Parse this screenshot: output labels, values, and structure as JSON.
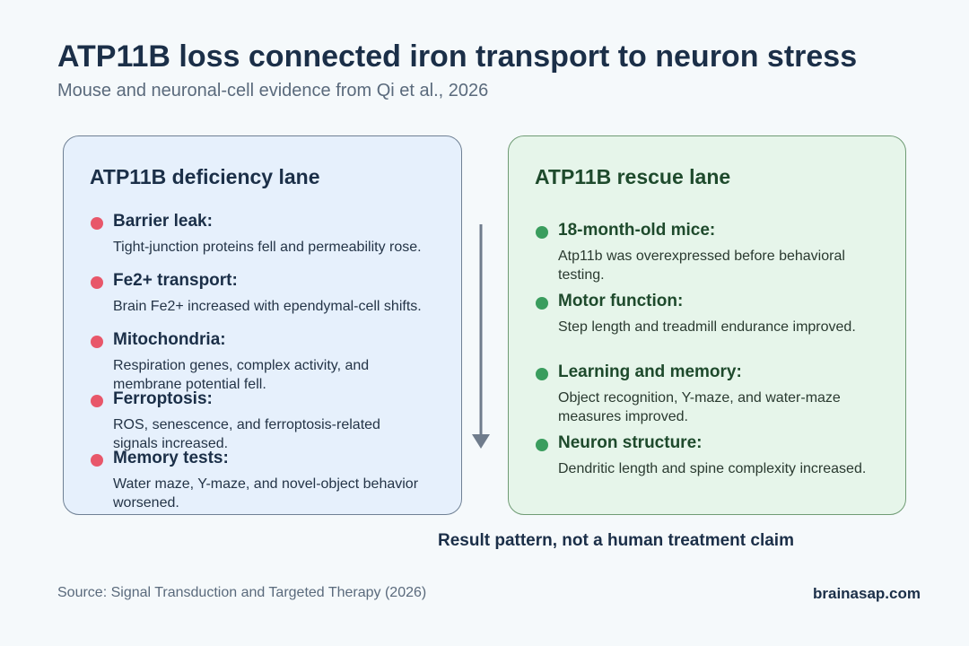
{
  "title": "ATP11B loss connected iron transport to neuron stress",
  "subtitle": "Mouse and neuronal-cell evidence from Qi et al., 2026",
  "left_lane": {
    "title": "ATP11B deficiency lane",
    "accent": "#e8576a",
    "items": [
      {
        "head": "Barrier leak:",
        "text": "Tight-junction proteins fell and permeability rose."
      },
      {
        "head": "Fe2+ transport:",
        "text": "Brain Fe2+ increased with ependymal-cell shifts."
      },
      {
        "head": "Mitochondria:",
        "text": "Respiration genes, complex activity, and membrane potential fell."
      },
      {
        "head": "Ferroptosis:",
        "text": "ROS, senescence, and ferroptosis-related signals increased."
      },
      {
        "head": "Memory tests:",
        "text": "Water maze, Y-maze, and novel-object behavior worsened."
      }
    ]
  },
  "right_lane": {
    "title": "ATP11B rescue lane",
    "accent": "#3a9d5e",
    "items": [
      {
        "head": "18-month-old mice:",
        "text": "Atp11b was overexpressed before behavioral testing."
      },
      {
        "head": "Motor function:",
        "text": "Step length and treadmill endurance improved."
      },
      {
        "head": "Learning and memory:",
        "text": "Object recognition, Y-maze, and water-maze measures improved."
      },
      {
        "head": "Neuron structure:",
        "text": "Dendritic length and spine complexity increased."
      }
    ]
  },
  "footnote": "Result pattern, not a human treatment claim",
  "source": "Source: Signal Transduction and Targeted Therapy (2026)",
  "brand": "brainasap.com"
}
